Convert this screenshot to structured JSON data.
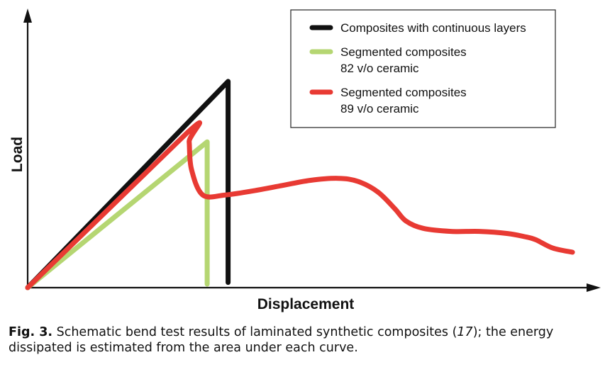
{
  "chart_data": {
    "type": "line",
    "xlabel": "Displacement",
    "ylabel": "Load",
    "xlim": [
      0,
      100
    ],
    "ylim": [
      0,
      100
    ],
    "legend_placement": "top-right",
    "grid": false,
    "series": [
      {
        "name": "Composites with continuous layers",
        "color": "#111111",
        "x": [
          0,
          35.5,
          35.5
        ],
        "y": [
          0,
          99,
          2.5
        ]
      },
      {
        "name": "Segmented composites 82 v/o ceramic",
        "name_lines": [
          "Segmented composites",
          "82 v/o ceramic"
        ],
        "color": "#b5d672",
        "x": [
          0,
          31.8,
          31.8
        ],
        "y": [
          0,
          70,
          1.7
        ]
      },
      {
        "name": "Segmented composites 89 v/o ceramic",
        "name_lines": [
          "Segmented composites",
          "89 v/o ceramic"
        ],
        "color": "#e83a33",
        "x": [
          0,
          28.3,
          28.6,
          29.0,
          31.0,
          35.0,
          40.0,
          45.0,
          50.0,
          55.0,
          58.5,
          62.0,
          65.0,
          67.0,
          70.0,
          75.0,
          80.0,
          85.0,
          88.0,
          90.0,
          93.0,
          96.5
        ],
        "y": [
          0,
          74.5,
          70.0,
          57.0,
          44.5,
          44.5,
          46.5,
          49.0,
          51.5,
          52.5,
          51.0,
          46.0,
          38.0,
          32.0,
          28.5,
          27.0,
          27.0,
          26.0,
          24.5,
          23.0,
          19.0,
          17.0
        ]
      }
    ]
  },
  "caption": {
    "label": "Fig. 3.",
    "text_before_ref": " Schematic bend test results of laminated synthetic composites (",
    "ref": "17",
    "text_after_ref": "); the energy dissipated is estimated from the area under each curve."
  }
}
